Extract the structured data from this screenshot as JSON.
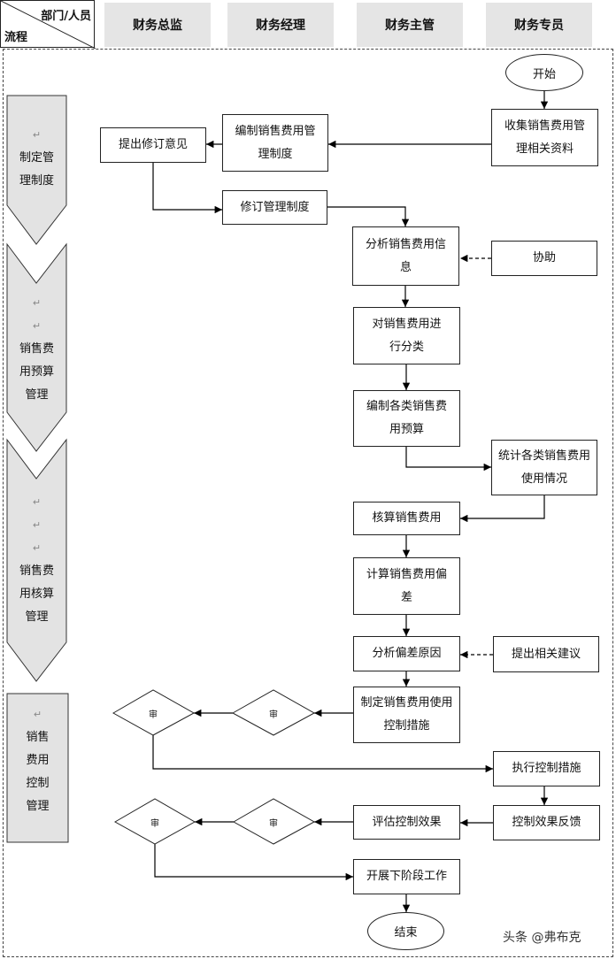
{
  "header": {
    "corner_top": "部门/人员",
    "corner_bottom": "流程",
    "columns": [
      "财务总监",
      "财务经理",
      "财务主管",
      "财务专员"
    ]
  },
  "phases": [
    "制定管理制度",
    "销售费用预算管理",
    "销售费用核算管理",
    "销售费用控制管理"
  ],
  "nodes": {
    "start": "开始",
    "collect": "收集销售费用管理相关资料",
    "draft_policy": "编制销售费用管理制度",
    "propose_revision": "提出修订意见",
    "revise_policy": "修订管理制度",
    "analyze_info": "分析销售费用信息",
    "assist": "协助",
    "classify": "对销售费用进行分类",
    "budget": "编制各类销售费用预算",
    "stat_usage": "统计各类销售费用使用情况",
    "account": "核算销售费用",
    "calc_deviation": "计算销售费用偏差",
    "analyze_cause": "分析偏差原因",
    "suggest": "提出相关建议",
    "control_measures": "制定销售费用使用控制措施",
    "approve_label": "审",
    "execute": "执行控制措施",
    "feedback": "控制效果反馈",
    "evaluate": "评估控制效果",
    "next_stage": "开展下阶段工作",
    "end": "结束"
  },
  "watermark": "头条 @弗布克"
}
